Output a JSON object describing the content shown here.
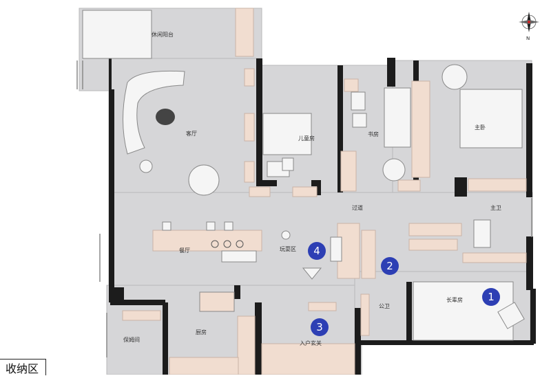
{
  "rooms": {
    "balcony": "休闲阳台",
    "living": "客厅",
    "kids": "儿童房",
    "study": "书房",
    "master": "主卧",
    "corridor": "过道",
    "master_bath": "主卫",
    "dining": "餐厅",
    "play": "玩耍区",
    "elder": "长辈房",
    "public_bath": "公卫",
    "nanny": "保姆间",
    "kitchen": "厨房",
    "entry": "入户玄关"
  },
  "markers": [
    "1",
    "2",
    "3",
    "4"
  ],
  "legend": "收纳区",
  "compass": "N",
  "colors": {
    "floor": "#d6d6d8",
    "wall": "#1c1c1c",
    "storage": "#f1ddd0",
    "furniture": "#f4f4f4",
    "marker": "#2d3fb4"
  }
}
